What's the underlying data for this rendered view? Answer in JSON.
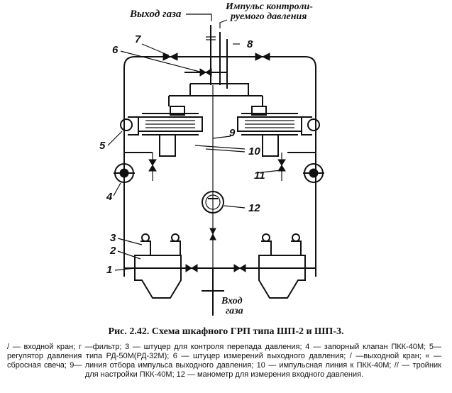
{
  "diagram": {
    "labels": {
      "gas_out": "Выход газа",
      "impulse_line1": "Импульс контроли-",
      "impulse_line2": "руемого давления",
      "gas_in_line1": "Вход",
      "gas_in_line2": "газа"
    },
    "callouts": {
      "n1": "1",
      "n2": "2",
      "n3": "3",
      "n4": "4",
      "n5": "5",
      "n6": "6",
      "n7": "7",
      "n8": "8",
      "n9": "9",
      "n10": "10",
      "n11": "11",
      "n12": "12"
    }
  },
  "caption": "Рис. 2.42. Схема шкафного ГРП типа ШП-2 и ШП-3.",
  "legend": "/ — входной кран; г —фильтр; 3 — штуцер для контроля перепада давления; 4 — запорный клапан ПКК-40М; 5—регулятор давления типа РД-50М(РД-32М); 6 — штуцер измерений выходного давления; / —выходной кран; « — сбросная свеча; 9— линия отбора импульса выходного давления; 10 — импульсная линия к ПКК-40М; // — тройник для настройки ПКК-40М; 12 — манометр для измерения входного давления."
}
